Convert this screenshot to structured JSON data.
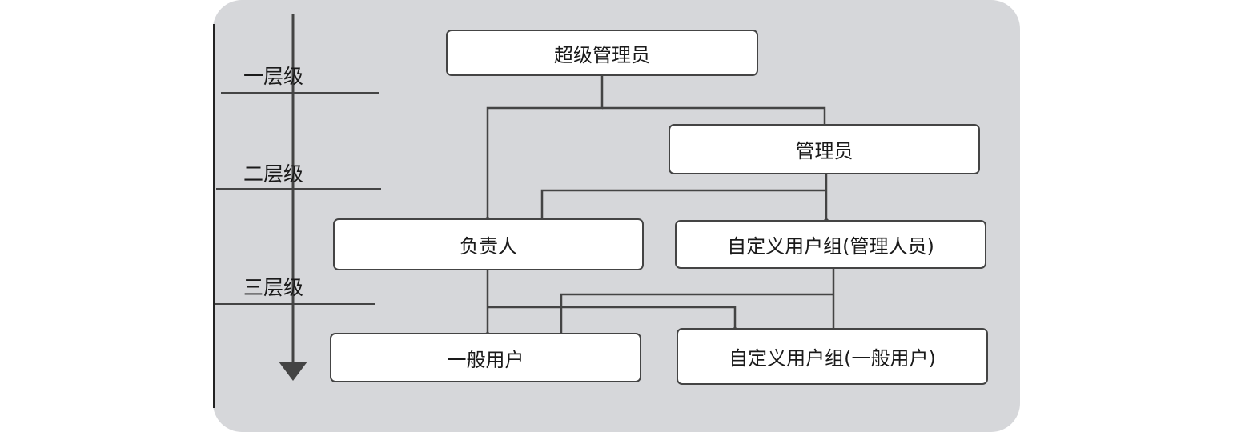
{
  "levels": {
    "level1": "一层级",
    "level2": "二层级",
    "level3": "三层级"
  },
  "nodes": {
    "super_admin": "超级管理员",
    "admin": "管理员",
    "owner": "负责人",
    "custom_admin_group": "自定义用户组(管理人员)",
    "general_user": "一般用户",
    "custom_user_group": "自定义用户组(一般用户)"
  },
  "colors": {
    "panel_bg": "#d6d7da",
    "box_bg": "#ffffff",
    "line": "#444444",
    "axis": "#444444"
  }
}
